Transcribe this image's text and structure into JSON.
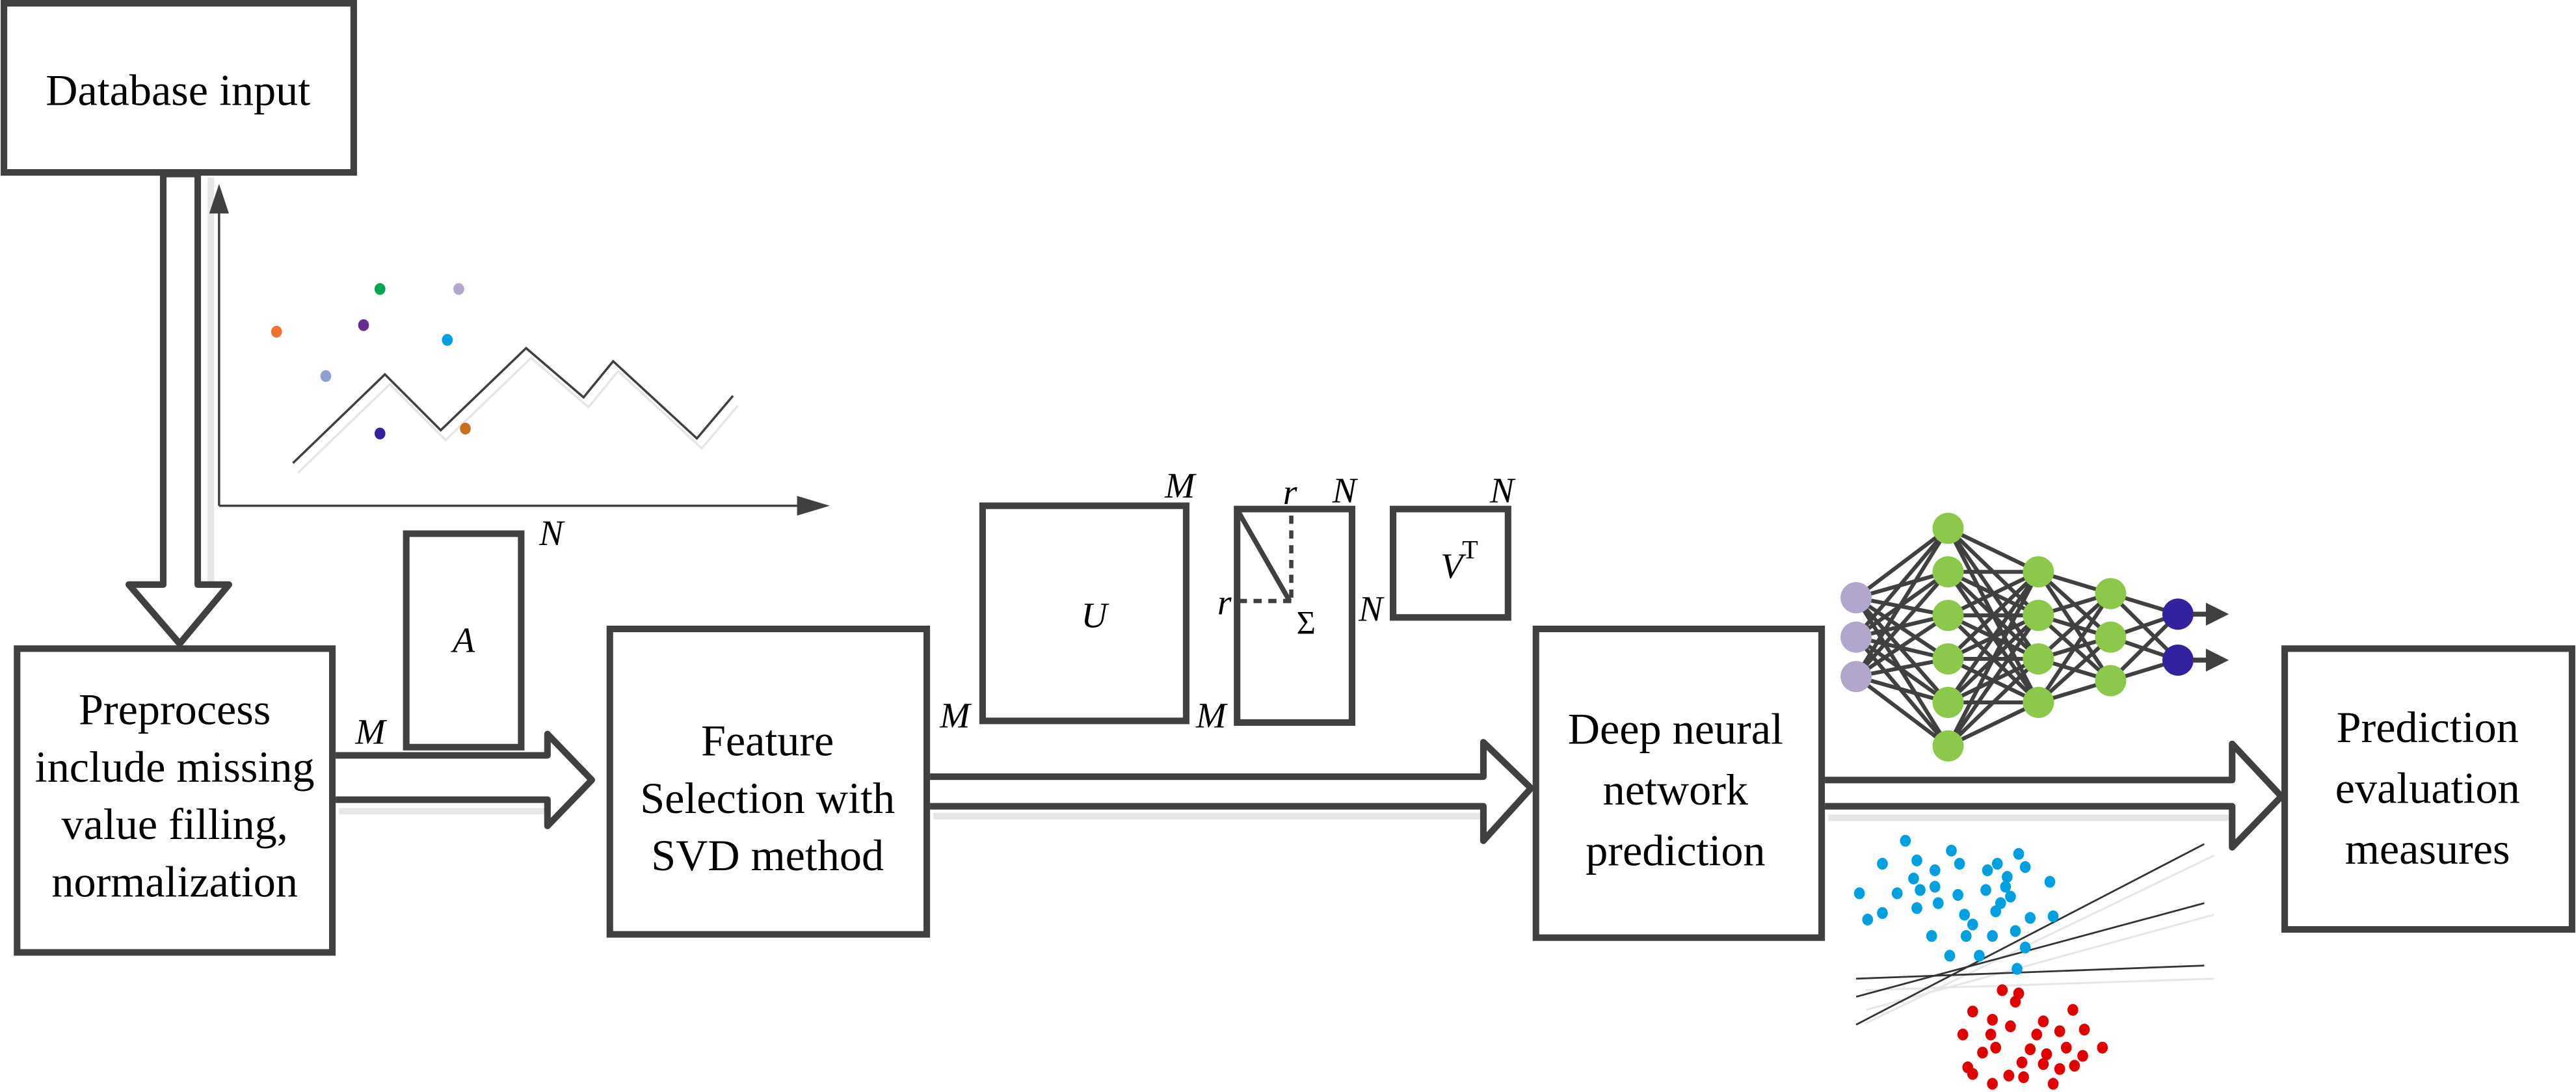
{
  "diagram": {
    "boxes": {
      "database": "Database input",
      "preprocess": [
        "Preprocess",
        "include missing",
        "value filling,",
        "normalization"
      ],
      "feature": [
        "Feature",
        "Selection with",
        "SVD method"
      ],
      "dnn": [
        "Deep neural",
        "network",
        "prediction"
      ],
      "evaluation": [
        "Prediction",
        "evaluation",
        "measures"
      ]
    },
    "matrices": {
      "A": {
        "name": "A",
        "rows": "M",
        "cols": "N"
      },
      "U": {
        "name": "U",
        "rows": "M",
        "cols": "M"
      },
      "Sigma": {
        "name": "Σ",
        "rows": "M",
        "cols": "N",
        "rank": "r"
      },
      "VT": {
        "name": "V",
        "superscript": "T",
        "rows": "N",
        "cols": "N"
      }
    },
    "neural_network": {
      "layers": [
        3,
        6,
        4,
        3,
        2
      ],
      "colors": {
        "input": "#b3a6cc",
        "hidden": "#8cc84b",
        "output": "#3322a0"
      }
    },
    "scatter_icon": {
      "dot_colors": [
        "#f07030",
        "#00a651",
        "#662d91",
        "#b3a6cc",
        "#00a0e0",
        "#8fa0d0",
        "#3322a0",
        "#c87020"
      ]
    },
    "classifier_icon": {
      "class_colors": {
        "upper": "#00a0e0",
        "lower": "#e00000"
      }
    }
  }
}
